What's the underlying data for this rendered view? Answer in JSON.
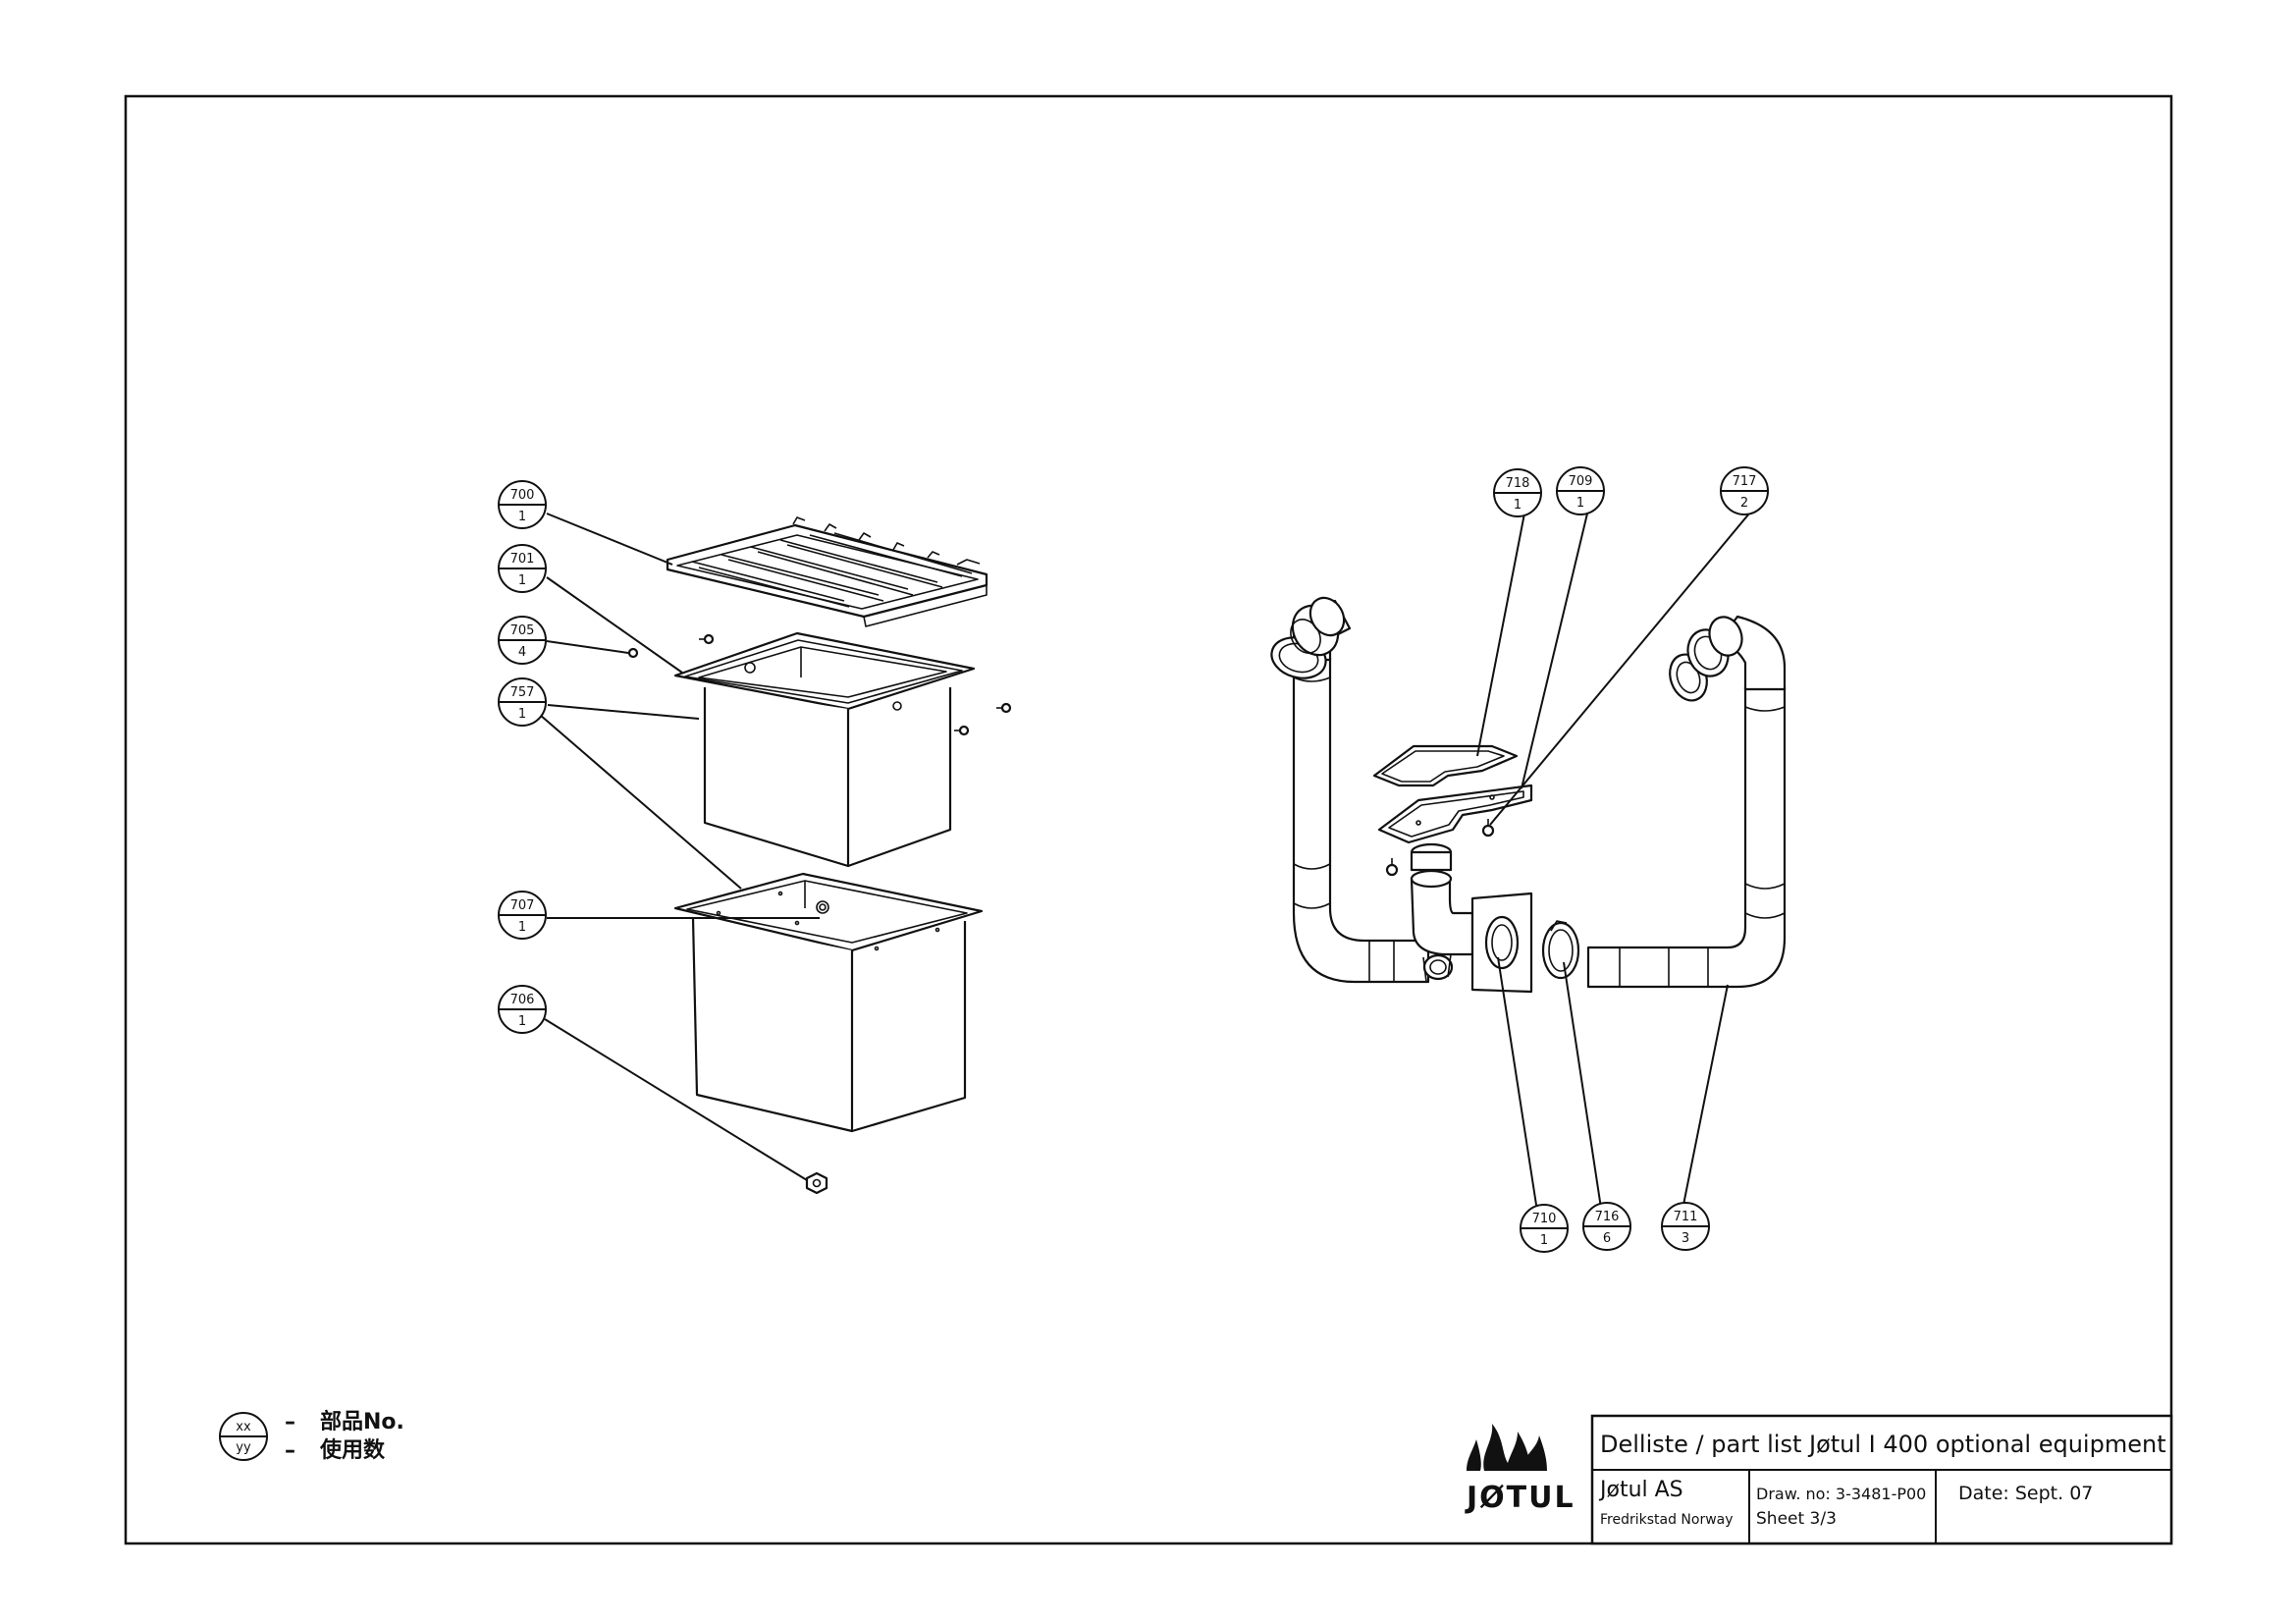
{
  "balloons": [
    {
      "name": "balloon-700",
      "part": "700",
      "qty": "1"
    },
    {
      "name": "balloon-701",
      "part": "701",
      "qty": "1"
    },
    {
      "name": "balloon-705",
      "part": "705",
      "qty": "4"
    },
    {
      "name": "balloon-757",
      "part": "757",
      "qty": "1"
    },
    {
      "name": "balloon-707",
      "part": "707",
      "qty": "1"
    },
    {
      "name": "balloon-706",
      "part": "706",
      "qty": "1"
    },
    {
      "name": "balloon-718",
      "part": "718",
      "qty": "1"
    },
    {
      "name": "balloon-709",
      "part": "709",
      "qty": "1"
    },
    {
      "name": "balloon-717",
      "part": "717",
      "qty": "2"
    },
    {
      "name": "balloon-710",
      "part": "710",
      "qty": "1"
    },
    {
      "name": "balloon-716",
      "part": "716",
      "qty": "6"
    },
    {
      "name": "balloon-711",
      "part": "711",
      "qty": "3"
    }
  ],
  "legend": {
    "top": "xx",
    "bottom": "yy",
    "dash": "–",
    "line1": "部品No.",
    "line2": "使用数"
  },
  "logo": {
    "text": "JØTUL"
  },
  "title_block": {
    "title": "Delliste / part list Jøtul I 400 optional equipment",
    "company": "Jøtul AS",
    "location": "Fredrikstad Norway",
    "draw_no": "Draw. no: 3-3481-P00",
    "sheet": "Sheet 3/3",
    "date": "Date: Sept. 07"
  }
}
